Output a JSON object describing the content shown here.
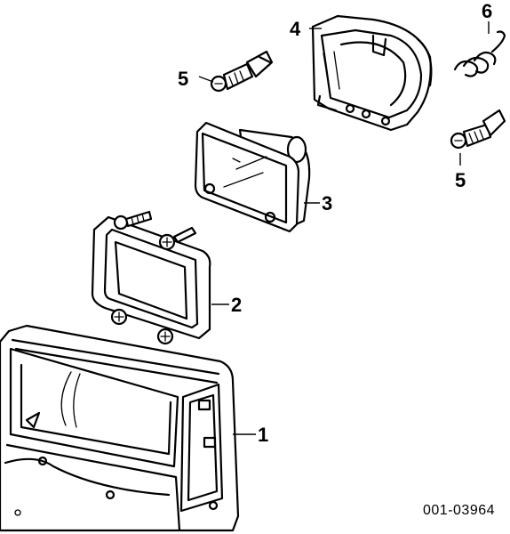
{
  "callouts": {
    "bezel": "1",
    "mount_ring": "2",
    "sealed_beam_lamp": "3",
    "housing": "4",
    "adjusting_screw_top": "5",
    "spring": "6",
    "adjusting_screw_right": "5"
  },
  "reference_code": "001-03964"
}
